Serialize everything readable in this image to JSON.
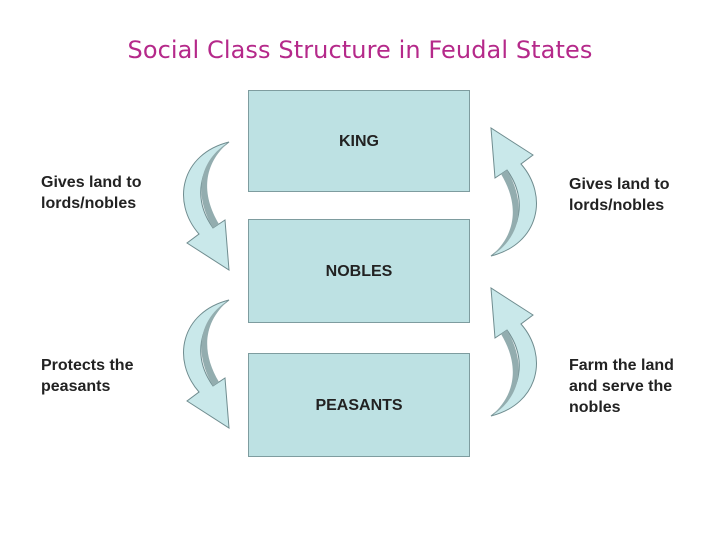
{
  "title": "Social Class Structure in Feudal States",
  "tiers": {
    "king": "KING",
    "nobles": "NOBLES",
    "peasants": "PEASANTS"
  },
  "labels": {
    "left_top": [
      "Gives land to",
      "lords/nobles"
    ],
    "left_bottom": [
      "Protects the",
      "peasants"
    ],
    "right_top": [
      "Gives land to",
      "lords/nobles"
    ],
    "right_bottom": [
      "Farm the land",
      "and serve  the",
      "nobles"
    ]
  },
  "arrows": [
    {
      "side": "left",
      "direction": "down",
      "from": "KING",
      "to": "NOBLES"
    },
    {
      "side": "left",
      "direction": "down",
      "from": "NOBLES",
      "to": "PEASANTS"
    },
    {
      "side": "right",
      "direction": "up",
      "from": "NOBLES",
      "to": "KING"
    },
    {
      "side": "right",
      "direction": "up",
      "from": "PEASANTS",
      "to": "NOBLES"
    }
  ],
  "colors": {
    "title": "#b5298a",
    "box_fill": "#bde1e3",
    "arrow_light": "#c9e8ea",
    "arrow_dark": "#93adaf",
    "text": "#222222"
  }
}
